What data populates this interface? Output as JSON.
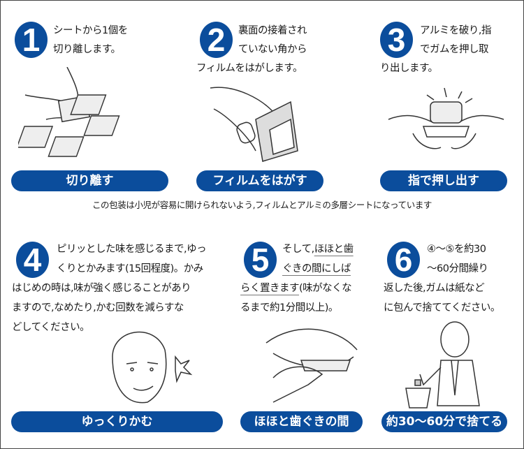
{
  "steps": [
    {
      "number": "1",
      "lines": [
        "シートから1個を",
        "切り離します。"
      ],
      "label": "切り離す"
    },
    {
      "number": "2",
      "lines": [
        "裏面の接着され",
        "ていない角から",
        "フィルムをはがします。"
      ],
      "label": "フィルムをはがす"
    },
    {
      "number": "3",
      "lines": [
        "アルミを破り,指",
        "でガムを押し取",
        "り出します。"
      ],
      "label": "指で押し出す"
    },
    {
      "number": "4",
      "lines": [
        "ピリッとした味を感じるまで,ゆっ",
        "くりとかみます(15回程度)。かみ",
        "はじめの時は,味が強く感じることがあり",
        "ますので,なめたり,かむ回数を減らすな",
        "どしてください。"
      ],
      "label": "ゆっくりかむ"
    },
    {
      "number": "5",
      "lines": [
        "そして,",
        "ほほと歯",
        "ぐきの間にしば",
        "らく置きます",
        "(味がなくな",
        "るまで約1分間以上)。"
      ],
      "label": "ほほと歯ぐきの間"
    },
    {
      "number": "6",
      "lines": [
        "④〜⑤を約30",
        "〜60分間繰り",
        "返した後,ガムは紙など",
        "に包んで捨ててください。"
      ],
      "label": "約30〜60分で捨てる"
    }
  ],
  "caption": "この包装は小児が容易に開けられないよう,フィルムとアルミの多層シートになっています",
  "colors": {
    "accent": "#0b4d9c"
  }
}
